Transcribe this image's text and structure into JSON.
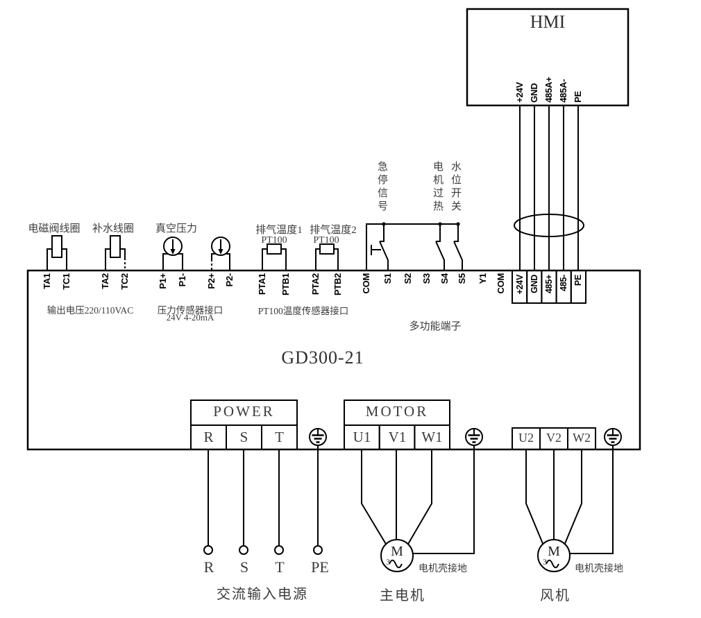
{
  "device_title": "GD300-21",
  "hmi": {
    "title": "HMI",
    "terminals": [
      "+24V",
      "GND",
      "485A+",
      "485A-",
      "PE"
    ]
  },
  "strip_terminals": [
    "+24V",
    "GND",
    "485+",
    "485-",
    "PE"
  ],
  "top_terminals": [
    "TA1",
    "TC1",
    "TA2",
    "TC2",
    "P1+",
    "P1-",
    "P2+",
    "P2-",
    "PTA1",
    "PTB1",
    "PTA2",
    "PTB2",
    "COM",
    "S1",
    "S2",
    "S3",
    "S4",
    "S5",
    "Y1",
    "COM"
  ],
  "sensors": {
    "solenoid_coil": "电磁阀线圈",
    "refill_coil": "补水线圈",
    "vacuum_pressure": "真空压力",
    "exhaust_temp1": "排气温度1",
    "exhaust_temp2": "排气温度2",
    "pt100_1": "PT100",
    "pt100_2": "PT100"
  },
  "switch_labels": {
    "estop": "急停信号",
    "motor_overheat": "电机过热",
    "water_level": "水位开关"
  },
  "notes": {
    "output_voltage": "输出电压220/110VAC",
    "pressure_iface": "压力传感器接口",
    "pressure_iface2": "24V 4-20mA",
    "pt100_iface": "PT100温度传感器接口",
    "multifunction": "多功能端子"
  },
  "power_box": {
    "title": "POWER",
    "cells": [
      "R",
      "S",
      "T"
    ]
  },
  "motor_box": {
    "title": "MOTOR",
    "cells": [
      "U1",
      "V1",
      "W1"
    ]
  },
  "fan_cells": [
    "U2",
    "V2",
    "W2"
  ],
  "bottom": {
    "input_terminals": [
      "R",
      "S",
      "T",
      "PE"
    ],
    "ac_input": "交流输入电源",
    "main_motor": "主电机",
    "fan": "风机",
    "motor_ground1": "电机壳接地",
    "motor_ground2": "电机壳接地",
    "motor_m1": "M",
    "motor_31": "3",
    "motor_m2": "M",
    "motor_32": "3"
  },
  "colors": {
    "line": "#000000",
    "label": "#3c3c3c",
    "background": "#ffffff"
  }
}
